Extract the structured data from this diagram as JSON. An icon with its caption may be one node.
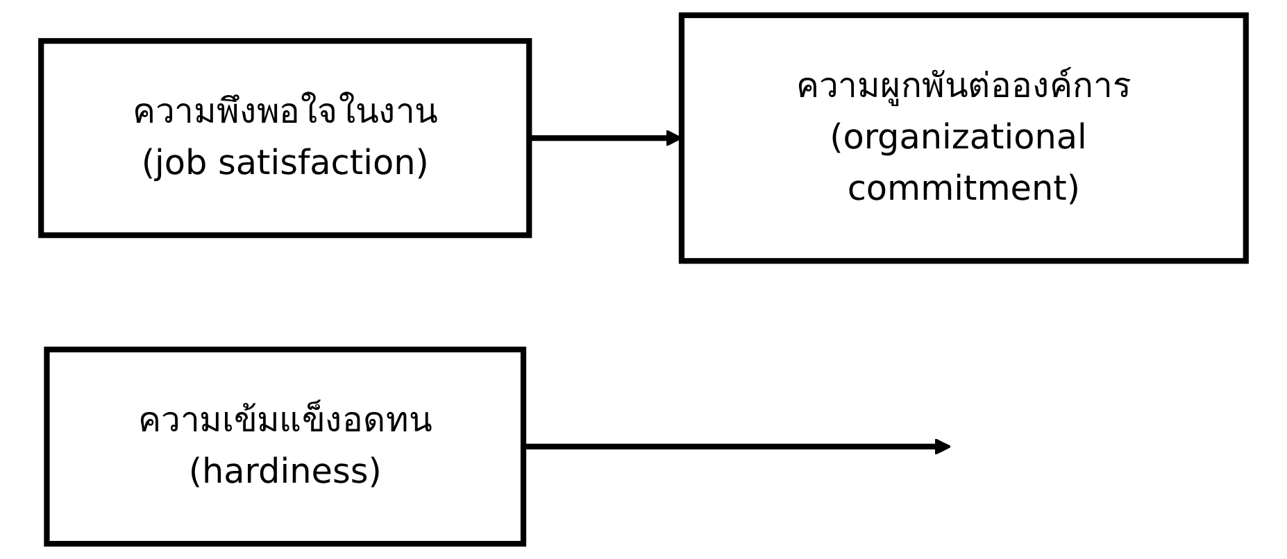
{
  "diagram": {
    "nodes": [
      {
        "text": [
          "ความพึงพอใจในงาน",
          "(job satisfaction)"
        ]
      },
      {
        "text": [
          "ความผูกพันต่อองค์การ",
          "(organizational commitment)"
        ]
      },
      {
        "text": [
          "ความเข้มแข็งอดทน",
          "(hardiness)"
        ]
      }
    ],
    "edges": [
      {
        "from": 0,
        "to": 1,
        "arrow": "to"
      },
      {
        "from": 2,
        "to": null,
        "arrow": "to"
      }
    ]
  }
}
